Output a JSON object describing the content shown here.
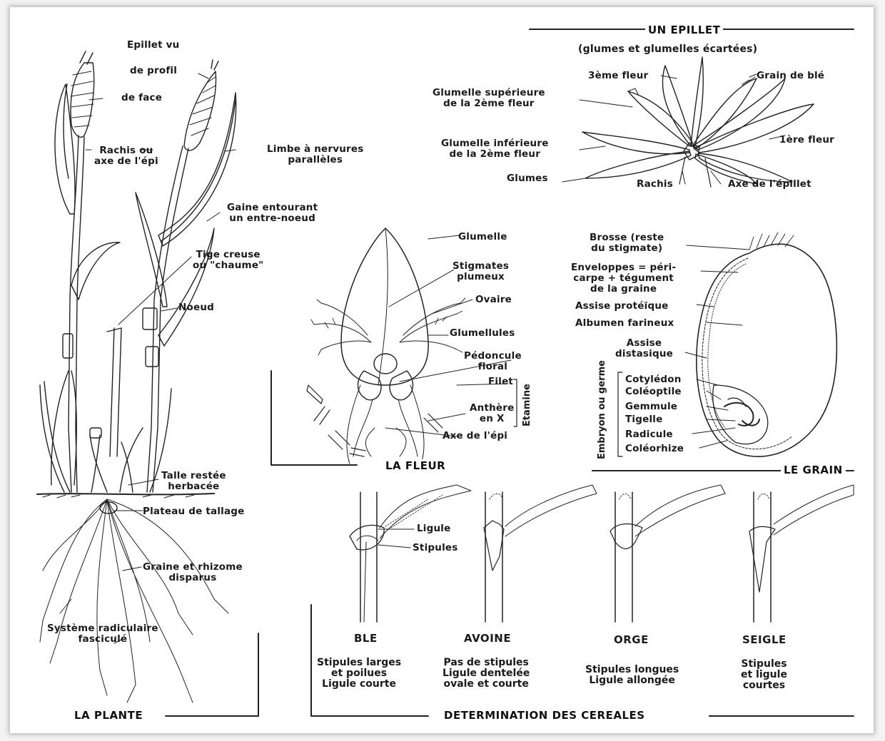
{
  "plante": {
    "title": "LA PLANTE",
    "labels": {
      "epillet_vu": "Epillet vu",
      "de_profil": "de profil",
      "de_face": "de face",
      "rachis": "Rachis ou\naxe de l'épi",
      "limbe": "Limbe à nervures\nparallèles",
      "gaine": "Gaine entourant\nun entre-noeud",
      "tige": "Tige creuse\nou \"chaume\"",
      "noeud": "Noeud",
      "talle": "Talle restée\nherbacée",
      "plateau": "Plateau de tallage",
      "graine": "Graine et rhizome\ndisparus",
      "systeme": "Système radiculaire\nfasciculé"
    }
  },
  "epillet": {
    "title": "UN EPILLET",
    "subtitle": "(glumes et glumelles écartées)",
    "labels": {
      "troisieme_fleur": "3ème fleur",
      "grain_de_ble": "Grain de blé",
      "glumelle_sup": "Glumelle supérieure\nde la 2ème fleur",
      "glumelle_inf": "Glumelle inférieure\nde la 2ème fleur",
      "premiere_fleur": "1ère fleur",
      "glumes": "Glumes",
      "rachis": "Rachis",
      "axe": "Axe de l'épillet"
    }
  },
  "fleur": {
    "title": "LA FLEUR",
    "labels": {
      "glumelle": "Glumelle",
      "stigmates": "Stigmates\nplumeux",
      "ovaire": "Ovaire",
      "glumellules": "Glumellules",
      "pedoncule": "Pédoncule\nfloral",
      "filet": "Filet",
      "anthere": "Anthère\nen X",
      "axe_epi": "Axe de l'épi",
      "etamine": "Etamine"
    }
  },
  "grain": {
    "title": "LE GRAIN",
    "labels": {
      "brosse": "Brosse (reste\ndu stigmate)",
      "enveloppes": "Enveloppes = péri-\ncarpe + tégument\nde la graine",
      "assise_prot": "Assise protéïque",
      "albumen": "Albumen farineux",
      "assise_dist": "Assise\ndistasique",
      "embryon": "Embryon ou germe",
      "cotyledon": "Cotylédon",
      "coleoptile": "Coléoptile",
      "gemmule": "Gemmule",
      "tigelle": "Tigelle",
      "radicule": "Radicule",
      "coleorhize": "Coléorhize"
    }
  },
  "cereales": {
    "title": "DETERMINATION DES CEREALES",
    "ligule": "Ligule",
    "stipules": "Stipules",
    "items": [
      {
        "name": "BLE",
        "desc": "Stipules larges\net poilues\nLigule courte"
      },
      {
        "name": "AVOINE",
        "desc": "Pas de stipules\nLigule dentelée\novale et courte"
      },
      {
        "name": "ORGE",
        "desc": "Stipules longues\nLigule allongée"
      },
      {
        "name": "SEIGLE",
        "desc": "Stipules\net ligule\ncourtes"
      }
    ]
  }
}
